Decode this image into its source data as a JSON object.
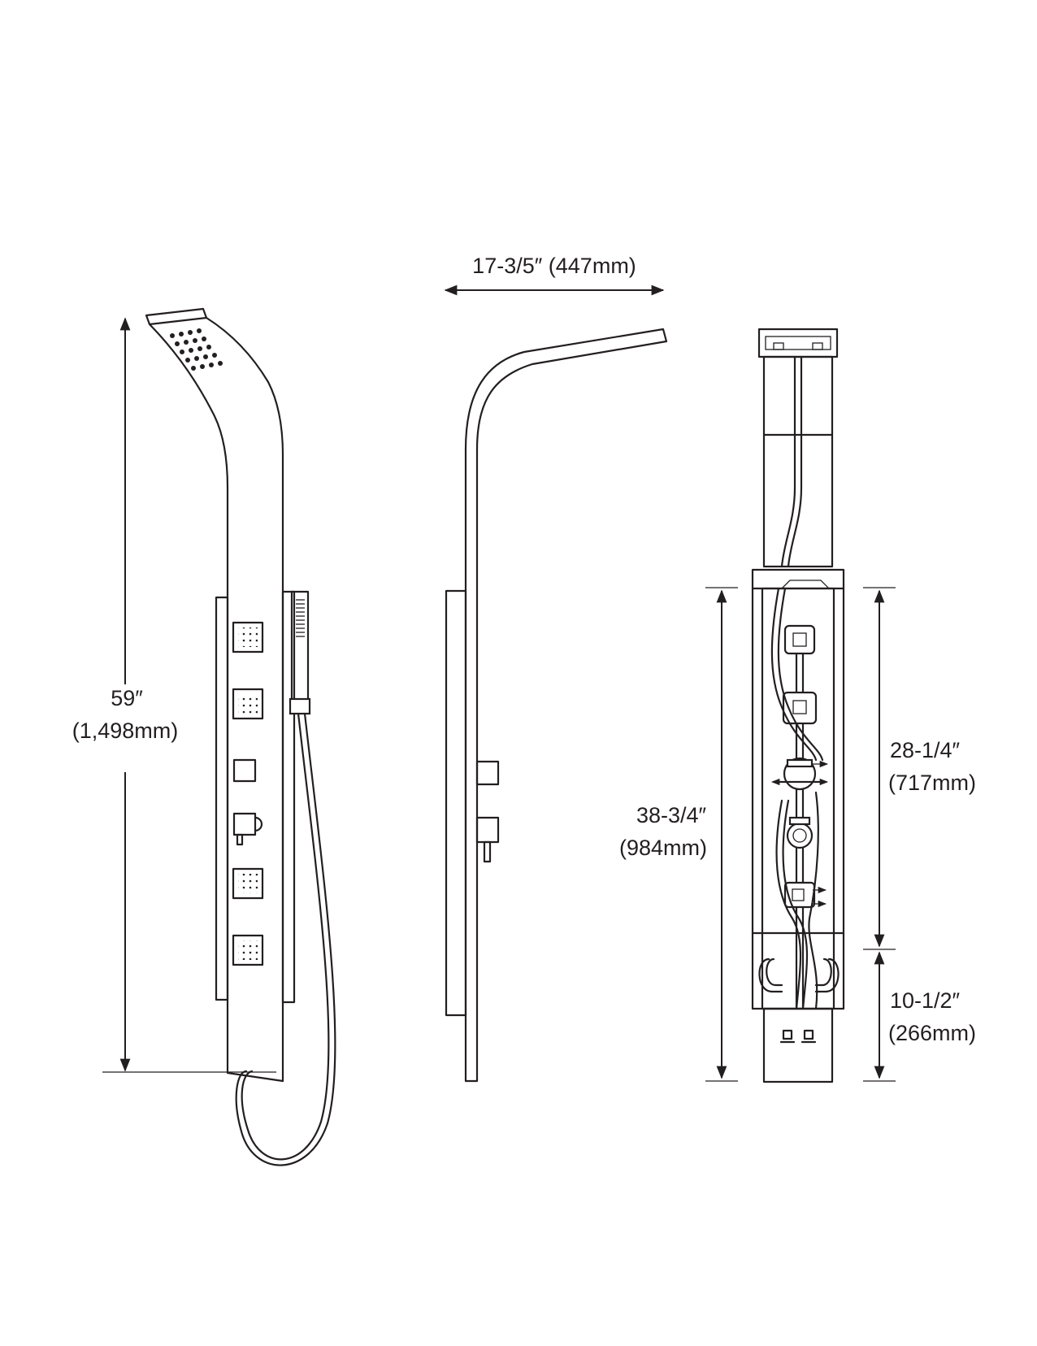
{
  "colors": {
    "line": "#231f20",
    "background": "#ffffff"
  },
  "dimensions": {
    "height_total": {
      "imperial": "59″",
      "metric": "(1,498mm)"
    },
    "depth": {
      "label": "17-3/5″ (447mm)"
    },
    "height_lower": {
      "imperial": "38-3/4″",
      "metric": "(984mm)"
    },
    "height_mid": {
      "imperial": "28-1/4″",
      "metric": "(717mm)"
    },
    "height_bottom": {
      "imperial": "10-1/2″",
      "metric": "(266mm)"
    }
  }
}
